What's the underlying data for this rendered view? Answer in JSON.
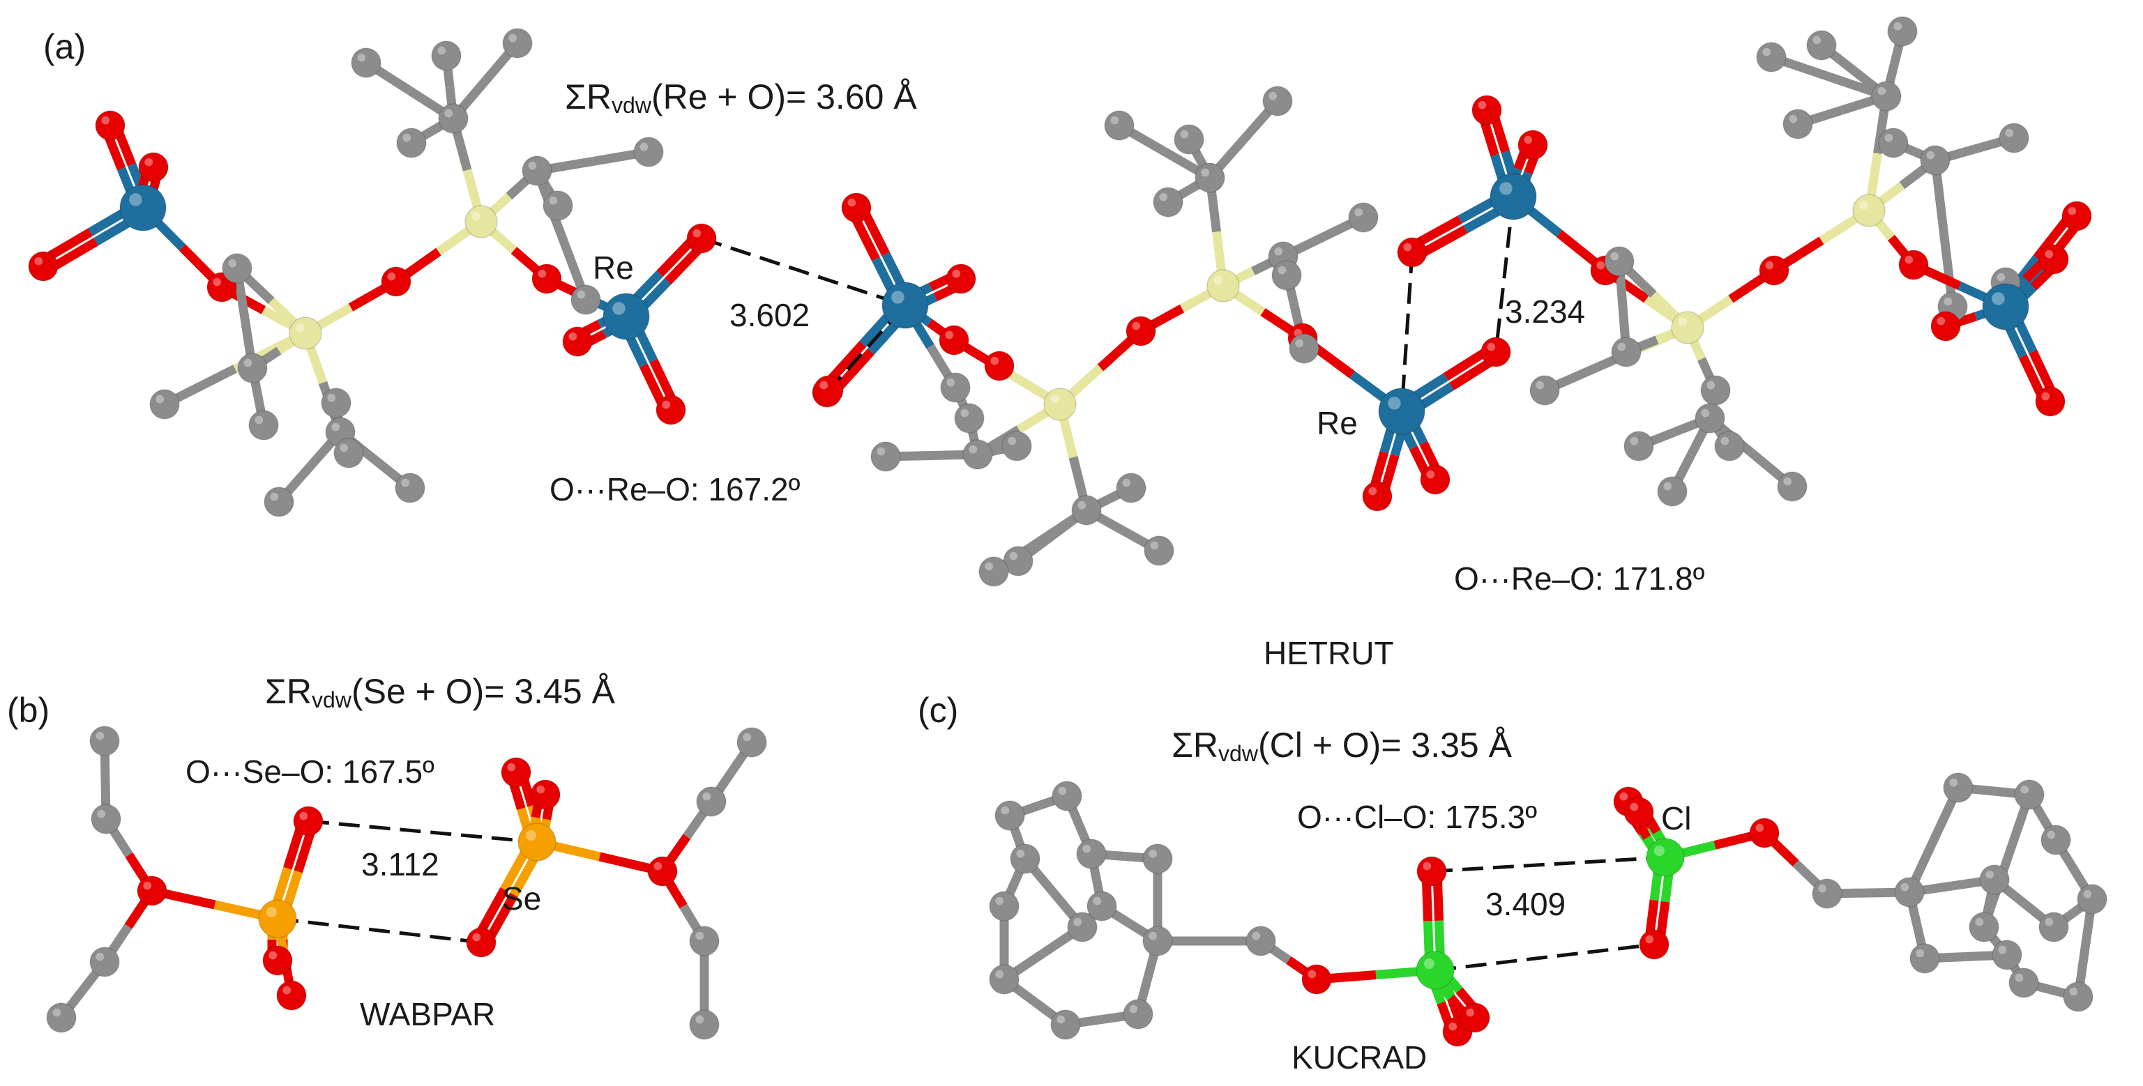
{
  "panels": {
    "a": {
      "label": "(a)",
      "rsum": {
        "lead": "ΣR",
        "sub": "vdw",
        "text": "(Re + O)= 3.60 Å"
      },
      "distances": [
        "3.602",
        "3.234"
      ],
      "angles": [
        "O···Re–O: 167.2º",
        "O···Re–O: 171.8º"
      ],
      "atom_labels": [
        "Re",
        "Re"
      ],
      "code": "HETRUT"
    },
    "b": {
      "label": "(b)",
      "rsum": {
        "lead": "ΣR",
        "sub": "vdw",
        "text": "(Se + O)= 3.45 Å"
      },
      "distance": "3.112",
      "angle": "O···Se–O: 167.5º",
      "atom_label": "Se",
      "code": "WABPAR"
    },
    "c": {
      "label": "(c)",
      "rsum": {
        "lead": "ΣR",
        "sub": "vdw",
        "text": "(Cl + O)= 3.35 Å"
      },
      "distance": "3.409",
      "angle": "O···Cl–O: 175.3º",
      "atom_label": "Cl",
      "code": "KUCRAD"
    }
  },
  "colors": {
    "carbon": "#8c8c8c",
    "oxygen": "#e60000",
    "rhenium": "#1f6f9e",
    "silicon": "#e6e6a0",
    "selenium": "#f5a000",
    "chlorine": "#2bd62b",
    "contact_line": "#111111"
  }
}
